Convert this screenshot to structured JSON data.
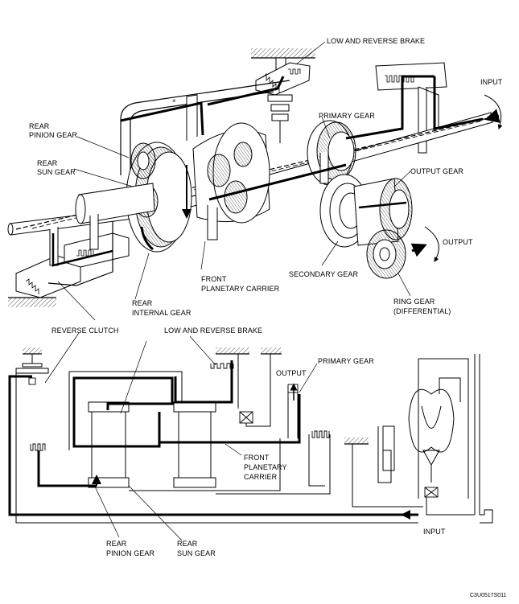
{
  "top": {
    "low_reverse_brake": "LOW AND REVERSE BRAKE",
    "input": "INPUT",
    "primary_gear": "PRIMARY GEAR",
    "rear_pinion_gear": [
      "REAR",
      "PINION GEAR"
    ],
    "rear_sun_gear": [
      "REAR",
      "SUN GEAR"
    ],
    "output_gear": "OUTPUT GEAR",
    "output": "OUTPUT",
    "secondary_gear": "SECONDARY GEAR",
    "front_planetary_carrier": [
      "FRONT",
      "PLANETARY CARRIER"
    ],
    "rear_internal_gear": [
      "REAR",
      "INTERNAL GEAR"
    ],
    "ring_gear": [
      "RING GEAR",
      "(DIFFERENTIAL)"
    ]
  },
  "bottom": {
    "reverse_clutch": "REVERSE CLUTCH",
    "low_reverse_brake": "LOW AND REVERSE BRAKE",
    "primary_gear": "PRIMARY GEAR",
    "output": "OUTPUT",
    "front_planetary_carrier": [
      "FRONT",
      "PLANETARY",
      "CARRIER"
    ],
    "input": "INPUT",
    "rear_pinion_gear": [
      "REAR",
      "PINION GEAR"
    ],
    "rear_sun_gear": [
      "REAR",
      "SUN GEAR"
    ]
  },
  "figure_code": "C3U0517S011"
}
